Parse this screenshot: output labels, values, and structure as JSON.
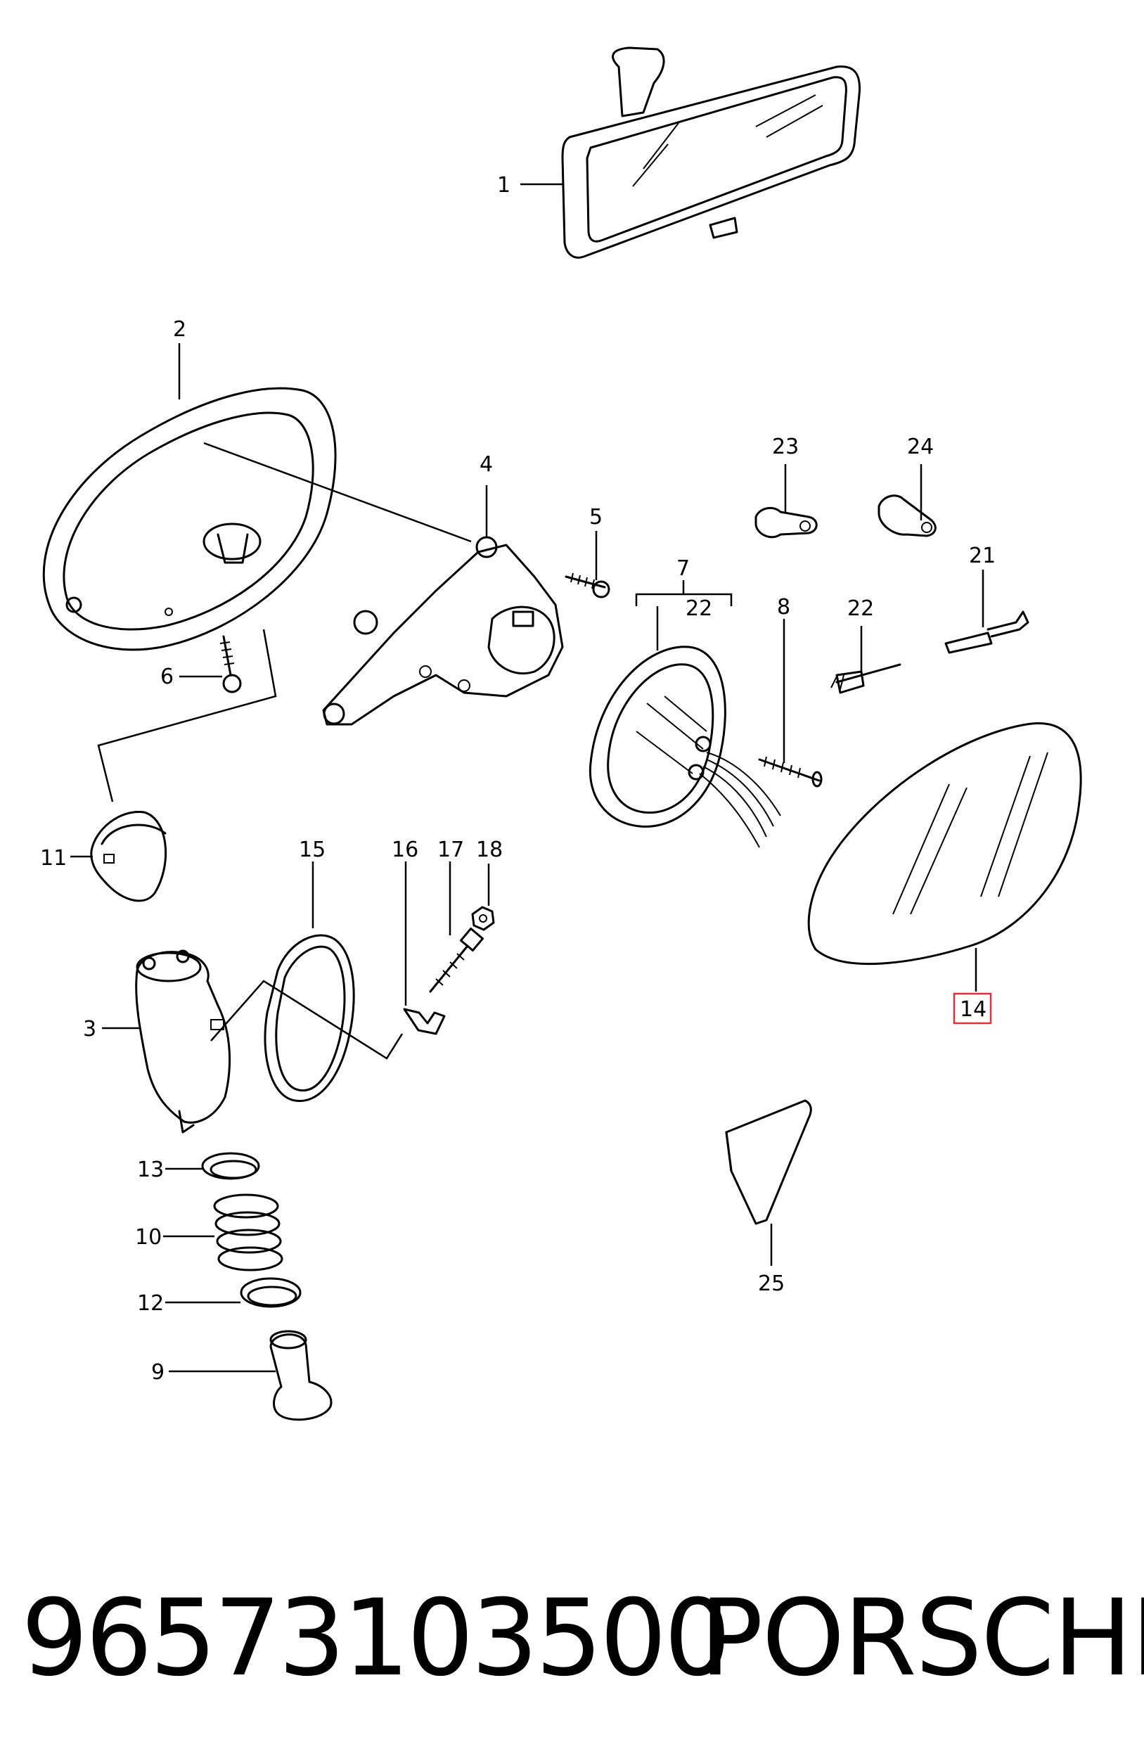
{
  "callouts": {
    "c1": "1",
    "c2": "2",
    "c3": "3",
    "c4": "4",
    "c5": "5",
    "c6": "6",
    "c7": "7",
    "c8": "8",
    "c9": "9",
    "c10": "10",
    "c11": "11",
    "c12": "12",
    "c13": "13",
    "c14": "14",
    "c15": "15",
    "c16": "16",
    "c17": "17",
    "c18": "18",
    "c21": "21",
    "c22a": "22",
    "c22b": "22",
    "c23": "23",
    "c24": "24",
    "c25": "25"
  },
  "highlighted_part": "14",
  "highlight_color": "#e0303a",
  "footer": {
    "part_number": "96573103500",
    "brand": "PORSCHE"
  }
}
